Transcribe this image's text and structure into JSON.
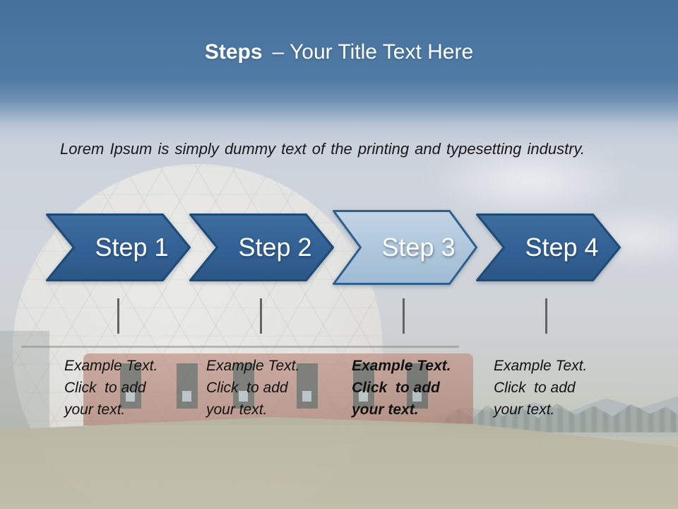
{
  "slide": {
    "title": {
      "emphasis": "Steps",
      "rest": "– Your Title Text Here"
    },
    "intro": "Lorem Ipsum is simply dummy text of the printing and typesetting industry.",
    "steps": [
      {
        "label": "Step 1",
        "variant": "dark",
        "emphasized": false,
        "caption": "Example Text.\nClick  to add\nyour text."
      },
      {
        "label": "Step 2",
        "variant": "dark",
        "emphasized": false,
        "caption": "Example Text.\nClick  to add\nyour text."
      },
      {
        "label": "Step 3",
        "variant": "light",
        "emphasized": true,
        "caption": "Example Text.\nClick  to add\nyour text."
      },
      {
        "label": "Step 4",
        "variant": "dark",
        "emphasized": false,
        "caption": "Example Text.\nClick  to add\nyour text."
      }
    ]
  },
  "colors": {
    "header_blue": "#4a76a1",
    "step_dark_fill_top": "#3d6c9e",
    "step_dark_fill_mid": "#336094",
    "step_dark_fill_bottom": "#2b5787",
    "step_dark_border": "#1d4a76",
    "step_light_fill_top": "#c2d4e4",
    "step_light_fill_mid": "#aec6db",
    "step_light_fill_bottom": "#9fbbd3",
    "step_light_border": "#2d5f90",
    "tick_gray": "#636363",
    "title_text": "#ffffff",
    "body_text": "#191919"
  }
}
